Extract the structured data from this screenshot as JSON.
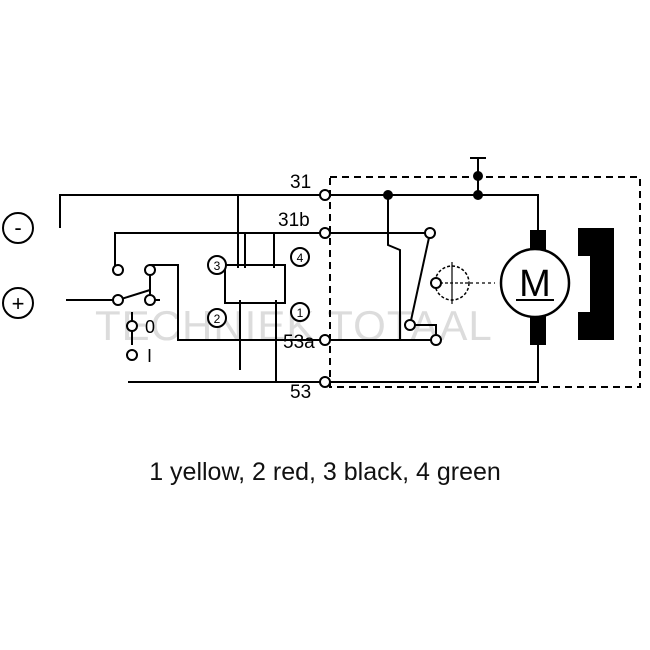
{
  "diagram": {
    "terminals": {
      "t31": "31",
      "t31b": "31b",
      "t53a": "53a",
      "t53": "53"
    },
    "connector_pins": {
      "p1": "1",
      "p2": "2",
      "p3": "3",
      "p4": "4"
    },
    "supply": {
      "negative": "-",
      "positive": "+"
    },
    "switch_positions": {
      "off": "0",
      "on": "I"
    },
    "motor_label": "M"
  },
  "watermark": "TECHNIEK TOTAAL",
  "caption": "1 yellow, 2 red, 3 black, 4 green"
}
